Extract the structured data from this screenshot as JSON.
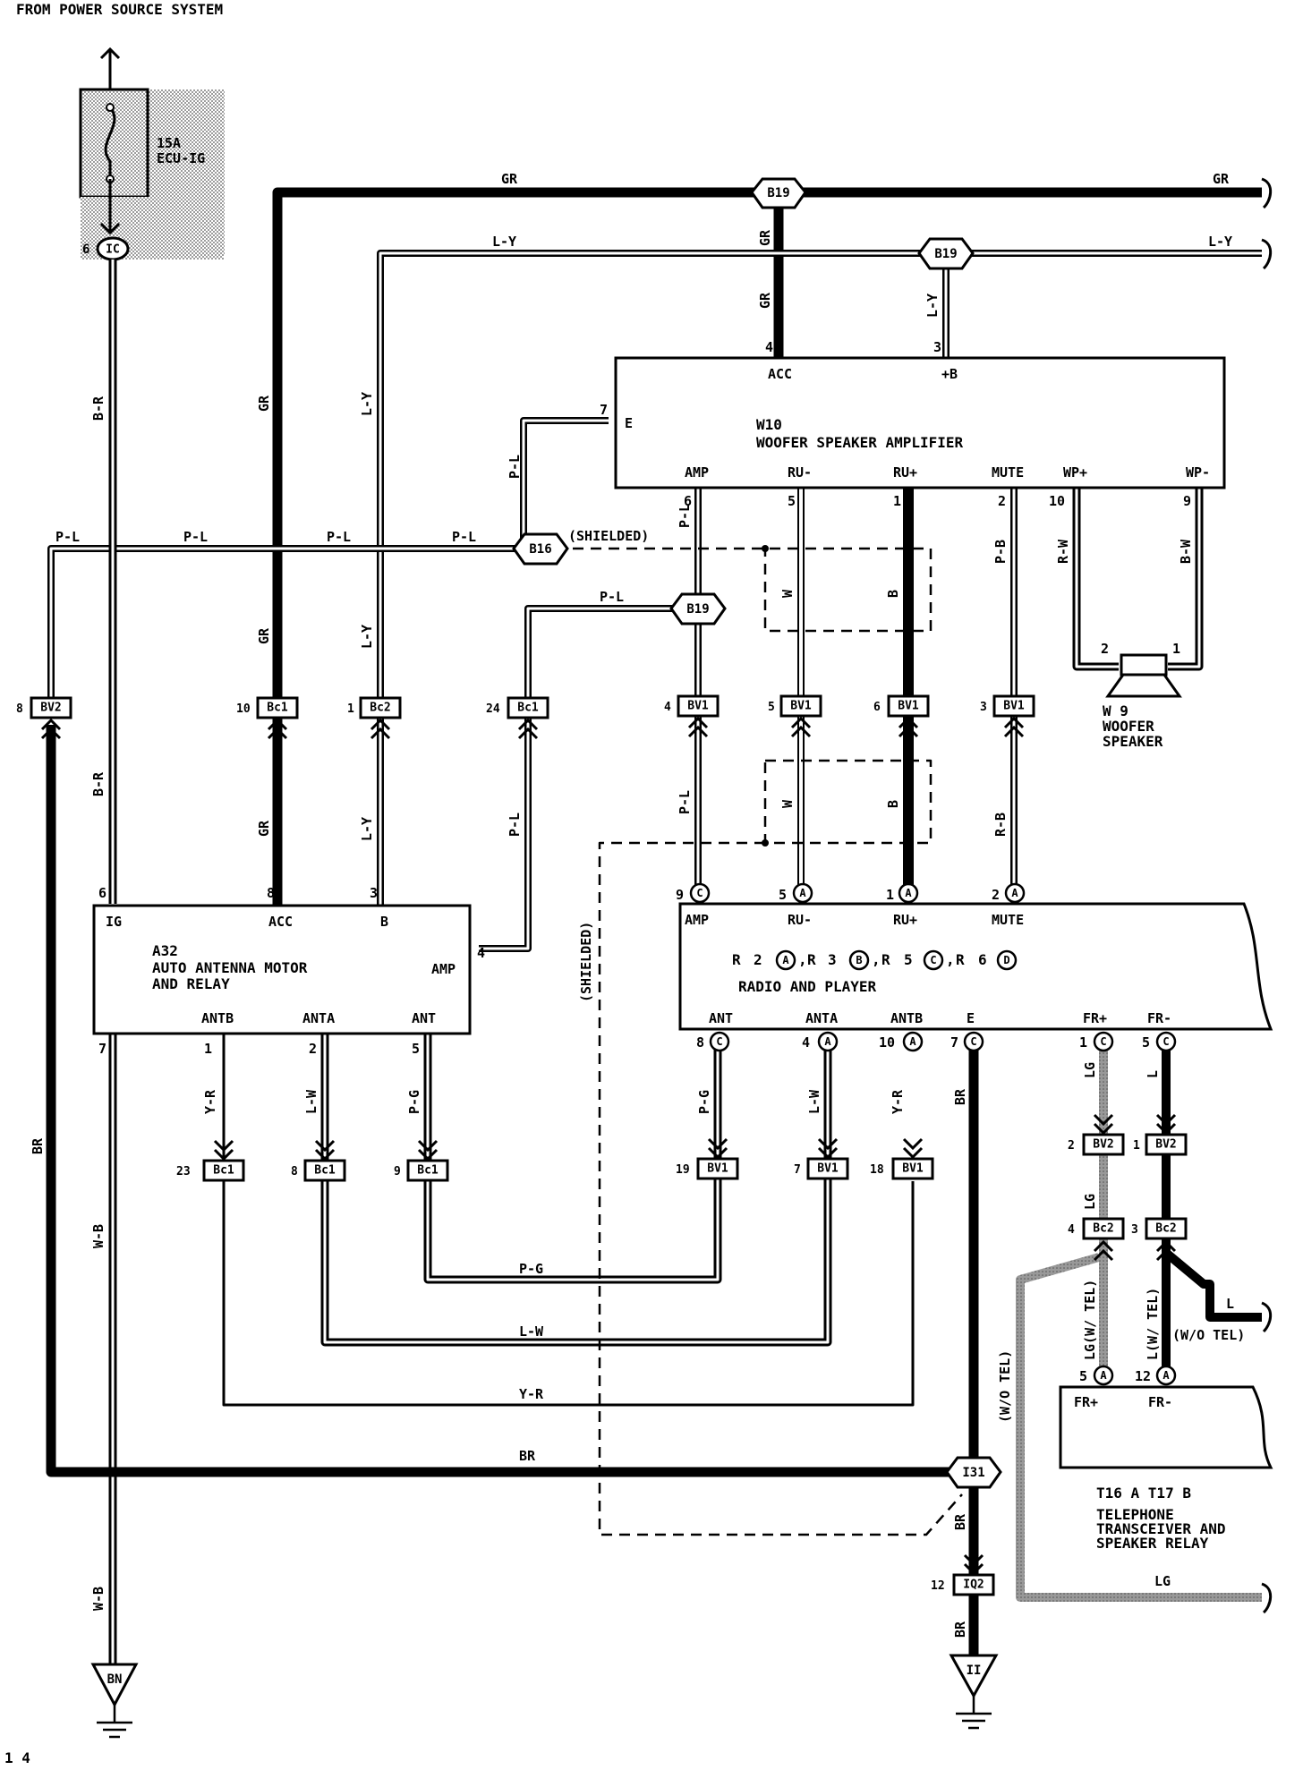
{
  "header": {
    "source": "FROM POWER SOURCE SYSTEM"
  },
  "footer": {
    "page_marker": "1 4"
  },
  "fuse": {
    "rating": "15A",
    "name": "ECU-IG",
    "pin": "6",
    "connector": "IC"
  },
  "junctions": {
    "b19": "B19",
    "b16": "B16",
    "i31": "I31"
  },
  "wire_colors": {
    "gr": "GR",
    "ly": "L-Y",
    "pl": "P-L",
    "br_red": "B-R",
    "w": "W",
    "b": "B",
    "pb": "P-B",
    "rb": "R-B",
    "rw": "R-W",
    "bw": "B-W",
    "br": "BR",
    "wb": "W-B",
    "yr": "Y-R",
    "lw": "L-W",
    "pg": "P-G",
    "lg": "LG",
    "l": "L"
  },
  "notes": {
    "shielded_h": "(SHIELDED)",
    "shielded_v": "(SHIELDED)",
    "with_tel_lg": "LG(W/ TEL)",
    "with_tel_l": "L(W/ TEL)",
    "without_tel_v": "(W/O TEL)",
    "without_tel_h": "(W/O TEL)"
  },
  "amplifier": {
    "code": "W10",
    "name": "WOOFER SPEAKER AMPLIFIER",
    "pins": {
      "acc_num": "4",
      "acc": "ACC",
      "b_num": "3",
      "b": "+B",
      "e_num": "7",
      "e": "E",
      "amp_num": "6",
      "amp": "AMP",
      "rum_num": "5",
      "rum": "RU-",
      "rup_num": "1",
      "rup": "RU+",
      "mute_num": "2",
      "mute": "MUTE",
      "wpp_num": "10",
      "wpp": "WP+",
      "wpm_num": "9",
      "wpm": "WP-"
    }
  },
  "speaker": {
    "code": "W 9",
    "line1": "WOOFER",
    "line2": "SPEAKER",
    "pin1": "1",
    "pin2": "2"
  },
  "antenna": {
    "code": "A32",
    "line1": "AUTO ANTENNA MOTOR",
    "line2": "AND RELAY",
    "pins": {
      "ig_num": "6",
      "ig": "IG",
      "acc_num": "8",
      "acc": "ACC",
      "b_num": "3",
      "b": "B",
      "amp_num": "4",
      "amp": "AMP",
      "e_num": "7",
      "antb_num": "1",
      "antb": "ANTB",
      "anta_num": "2",
      "anta": "ANTA",
      "ant_num": "5",
      "ant": "ANT"
    }
  },
  "radio": {
    "code_line": "R 2 A , R 3 B , R 5 C , R 6 D",
    "circ_a": "A",
    "circ_b": "B",
    "circ_c": "C",
    "circ_d": "D",
    "r": "R",
    "n2": "2",
    "n3": "3",
    "n5": "5",
    "n6": "6",
    "comma": ",",
    "name": "RADIO AND PLAYER",
    "pins": {
      "amp_num": "9",
      "amp": "AMP",
      "rum_num": "5",
      "rum": "RU-",
      "rup_num": "1",
      "rup": "RU+",
      "mute_num": "2",
      "mute": "MUTE",
      "ant_num": "8",
      "ant": "ANT",
      "anta_num": "4",
      "anta": "ANTA",
      "antb_num": "10",
      "antb": "ANTB",
      "e_num": "7",
      "e": "E",
      "frp_num": "1",
      "frp": "FR+",
      "frm_num": "5",
      "frm": "FR-"
    }
  },
  "telephone": {
    "code_line": "T16 A T17 B",
    "line1": "TELEPHONE",
    "line2": "TRANSCEIVER AND",
    "line3": "SPEAKER RELAY",
    "frp_num": "5",
    "frp": "FR+",
    "frm_num": "12",
    "frm": "FR-"
  },
  "connectors": {
    "bv2": "BV2",
    "bc1": "Bc1",
    "bc2": "Bc2",
    "bv1": "BV1",
    "iq2": "IQ2",
    "n8": "8",
    "n10": "10",
    "n1": "1",
    "n24": "24",
    "n4": "4",
    "n5": "5",
    "n6": "6",
    "n3": "3",
    "n23": "23",
    "n9": "9",
    "n19": "19",
    "n7": "7",
    "n18": "18",
    "n2": "2",
    "n12": "12"
  },
  "grounds": {
    "bn": "BN",
    "ii": "II"
  }
}
